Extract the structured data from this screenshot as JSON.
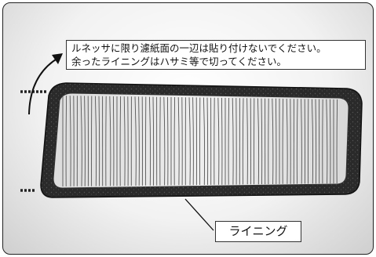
{
  "note": {
    "line1": "ルネッサに限り濾紙面の一辺は貼り付けないでください。",
    "line2": "余ったライニングはハサミ等で切ってください。"
  },
  "part_label": "ライニング",
  "colors": {
    "lining": "#2a2a2a",
    "filter_paper": "#e4e4e4",
    "frame_border": "#222222"
  }
}
